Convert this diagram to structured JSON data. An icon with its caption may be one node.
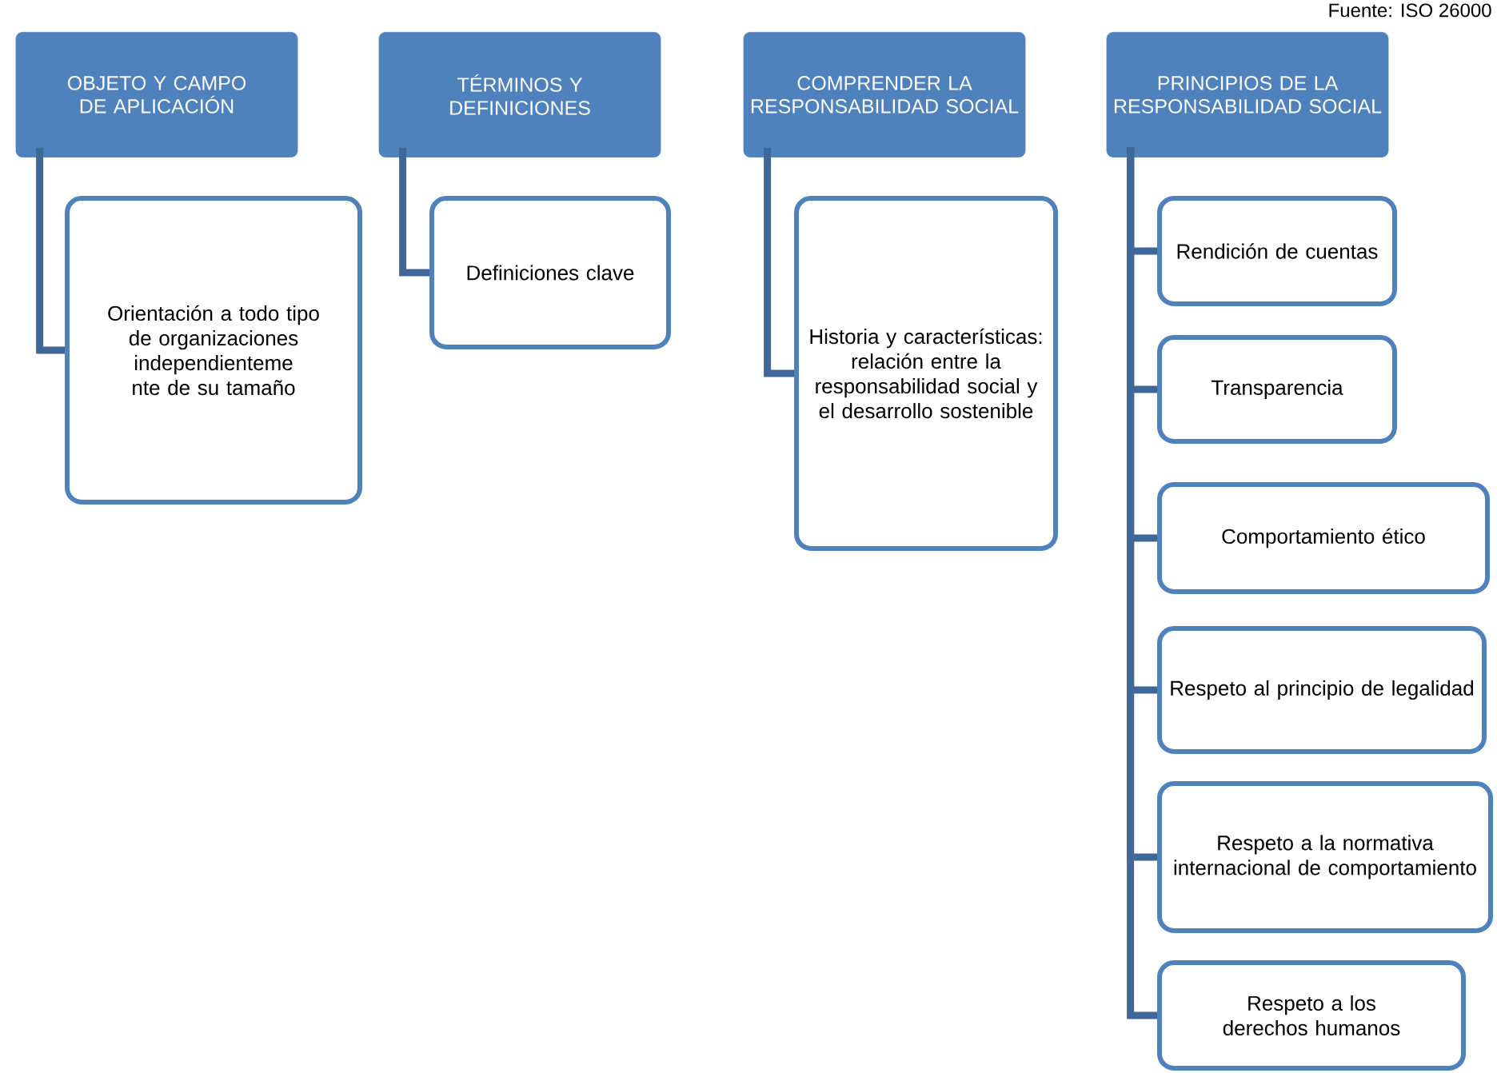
{
  "diagram": {
    "nodes": [
      {
        "text": [
          "OBJETO Y CAMPO DE APLICACIÓN"
        ]
      },
      {
        "text": [
          "Orientación a todo tipo de organizaciones independienteme nte de su tamaño"
        ]
      },
      {
        "text": [
          "TÉRMINOS Y DEFINICIONES"
        ]
      },
      {
        "text": [
          "Definiciones clave"
        ]
      },
      {
        "text": [
          "COMPRENDER LA RESPONSABILIDAD SOCIAL"
        ]
      },
      {
        "text": [
          "Historia y características: relación entre la responsabilidad social y el desarrollo sostenible"
        ]
      },
      {
        "text": [
          "PRINCIPIOS DE LA RESPONSABILIDAD SOCIAL"
        ]
      },
      {
        "text": [
          "Rendición de cuentas"
        ]
      },
      {
        "text": [
          "Transparencia"
        ]
      },
      {
        "text": [
          "Comportamiento ético"
        ]
      },
      {
        "text": [
          "Respeto al principio de legalidad"
        ]
      },
      {
        "text": [
          "Respeto a la normativa internacional de comportamiento"
        ]
      },
      {
        "text": [
          "Respeto a los derechos humanos"
        ]
      }
    ],
    "edges": [
      {
        "from": 0,
        "to": 1,
        "arrow": "none"
      },
      {
        "from": 2,
        "to": 3,
        "arrow": "none"
      },
      {
        "from": 4,
        "to": 5,
        "arrow": "none"
      },
      {
        "from": 6,
        "to": 7,
        "arrow": "none"
      },
      {
        "from": 6,
        "to": 8,
        "arrow": "none"
      },
      {
        "from": 6,
        "to": 9,
        "arrow": "none"
      },
      {
        "from": 6,
        "to": 10,
        "arrow": "none"
      },
      {
        "from": 6,
        "to": 11,
        "arrow": "none"
      },
      {
        "from": 6,
        "to": 12,
        "arrow": "none"
      }
    ],
    "labels": [
      "Fuente: ISO 26000"
    ]
  }
}
